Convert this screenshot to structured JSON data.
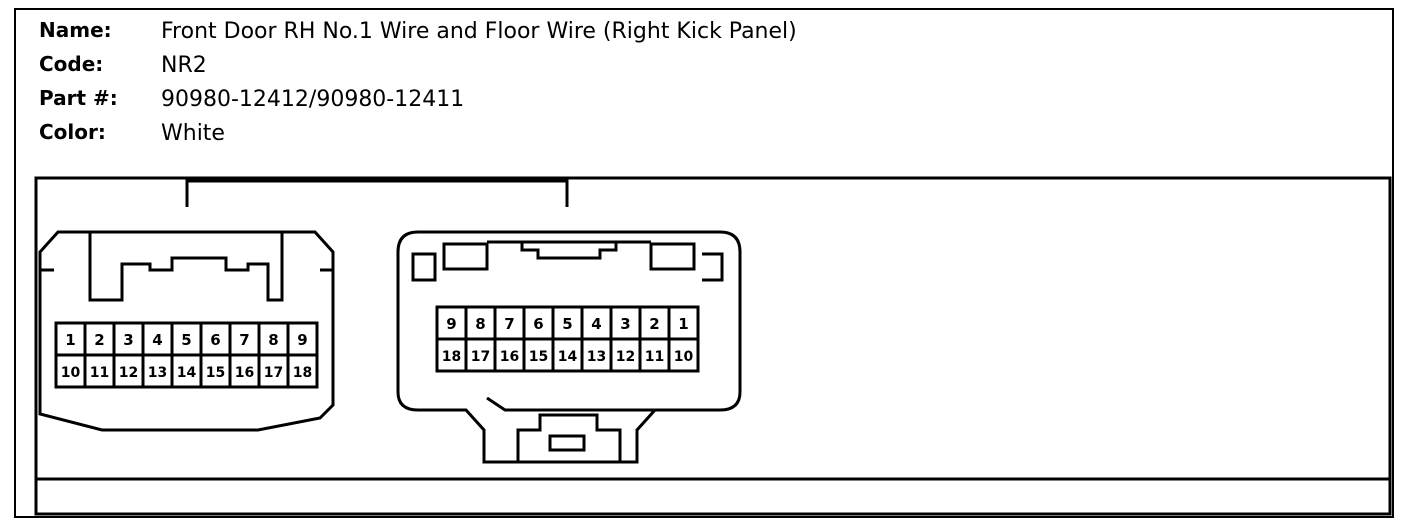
{
  "info": {
    "name_label": "Name:",
    "name_value": "Front Door RH No.1 Wire and Floor Wire (Right Kick Panel)",
    "code_label": "Code:",
    "code_value": "NR2",
    "part_label": "Part #:",
    "part_value": "90980-12412/90980-12411",
    "color_label": "Color:",
    "color_value": "White"
  },
  "left_connector": {
    "top_row": [
      "1",
      "2",
      "3",
      "4",
      "5",
      "6",
      "7",
      "8",
      "9"
    ],
    "bottom_row": [
      "10",
      "11",
      "12",
      "13",
      "14",
      "15",
      "16",
      "17",
      "18"
    ]
  },
  "right_connector": {
    "top_row": [
      "9",
      "8",
      "7",
      "6",
      "5",
      "4",
      "3",
      "2",
      "1"
    ],
    "bottom_row": [
      "18",
      "17",
      "16",
      "15",
      "14",
      "13",
      "12",
      "11",
      "10"
    ]
  }
}
